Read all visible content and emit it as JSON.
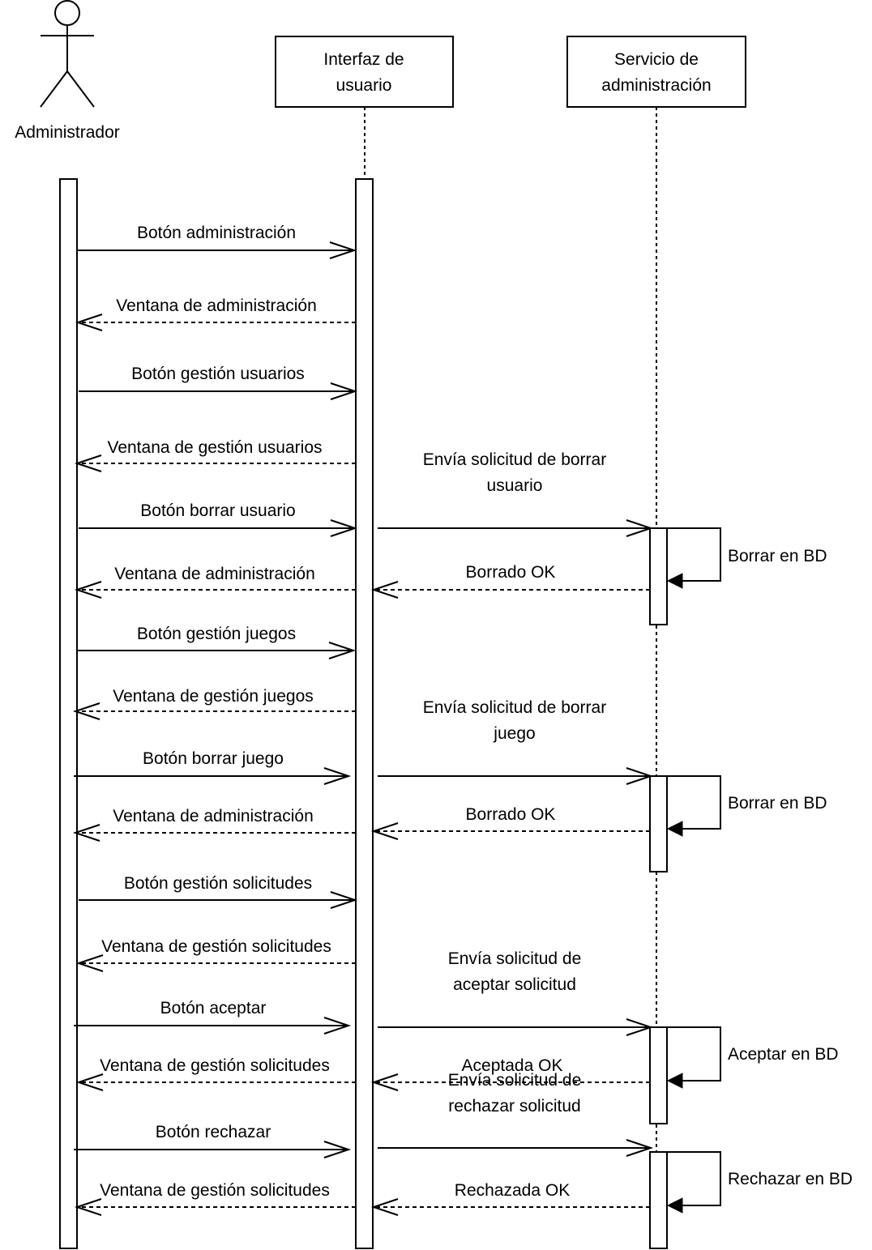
{
  "participants": {
    "actor": "Administrador",
    "ui": {
      "line1": "Interfaz de",
      "line2": "usuario"
    },
    "service": {
      "line1": "Servicio de",
      "line2": "administración"
    }
  },
  "messages": [
    {
      "id": "m1",
      "lines": [
        "Botón administración"
      ],
      "style": "solid"
    },
    {
      "id": "m2",
      "lines": [
        "Ventana de administración"
      ],
      "style": "dashed"
    },
    {
      "id": "m3",
      "lines": [
        "Botón gestión usuarios"
      ],
      "style": "solid"
    },
    {
      "id": "m4",
      "lines": [
        "Ventana de gestión usuarios"
      ],
      "style": "dashed"
    },
    {
      "id": "m5",
      "lines": [
        "Botón borrar usuario"
      ],
      "style": "solid"
    },
    {
      "id": "m6",
      "lines": [
        "Envía solicitud de borrar",
        "usuario"
      ],
      "style": "solid"
    },
    {
      "id": "m7",
      "lines": [
        "Borrar en BD"
      ],
      "style": "self"
    },
    {
      "id": "m8",
      "lines": [
        "Borrado OK"
      ],
      "style": "dashed"
    },
    {
      "id": "m9",
      "lines": [
        "Ventana de administración"
      ],
      "style": "dashed"
    },
    {
      "id": "m10",
      "lines": [
        "Botón gestión juegos"
      ],
      "style": "solid"
    },
    {
      "id": "m11",
      "lines": [
        "Ventana de gestión juegos"
      ],
      "style": "dashed"
    },
    {
      "id": "m12",
      "lines": [
        "Botón borrar juego"
      ],
      "style": "solid"
    },
    {
      "id": "m13",
      "lines": [
        "Envía solicitud de borrar",
        "juego"
      ],
      "style": "solid"
    },
    {
      "id": "m14",
      "lines": [
        "Borrar en BD"
      ],
      "style": "self"
    },
    {
      "id": "m15",
      "lines": [
        "Borrado OK"
      ],
      "style": "dashed"
    },
    {
      "id": "m16",
      "lines": [
        "Ventana de administración"
      ],
      "style": "dashed"
    },
    {
      "id": "m17",
      "lines": [
        "Botón gestión solicitudes"
      ],
      "style": "solid"
    },
    {
      "id": "m18",
      "lines": [
        "Ventana de gestión solicitudes"
      ],
      "style": "dashed"
    },
    {
      "id": "m19",
      "lines": [
        "Botón aceptar"
      ],
      "style": "solid"
    },
    {
      "id": "m20",
      "lines": [
        "Envía solicitud de",
        "aceptar solicitud"
      ],
      "style": "solid"
    },
    {
      "id": "m21",
      "lines": [
        "Aceptar en BD"
      ],
      "style": "self"
    },
    {
      "id": "m22",
      "lines": [
        "Aceptada OK"
      ],
      "style": "dashed"
    },
    {
      "id": "m23",
      "lines": [
        "Ventana de gestión solicitudes"
      ],
      "style": "dashed"
    },
    {
      "id": "m24",
      "lines": [
        "Botón rechazar"
      ],
      "style": "solid"
    },
    {
      "id": "m25",
      "lines": [
        "Envía solicitud de",
        "rechazar solicitud"
      ],
      "style": "solid"
    },
    {
      "id": "m26",
      "lines": [
        "Rechazar en BD"
      ],
      "style": "self"
    },
    {
      "id": "m27",
      "lines": [
        "Rechazada OK"
      ],
      "style": "dashed"
    },
    {
      "id": "m28",
      "lines": [
        "Ventana de gestión solicitudes"
      ],
      "style": "dashed"
    }
  ]
}
